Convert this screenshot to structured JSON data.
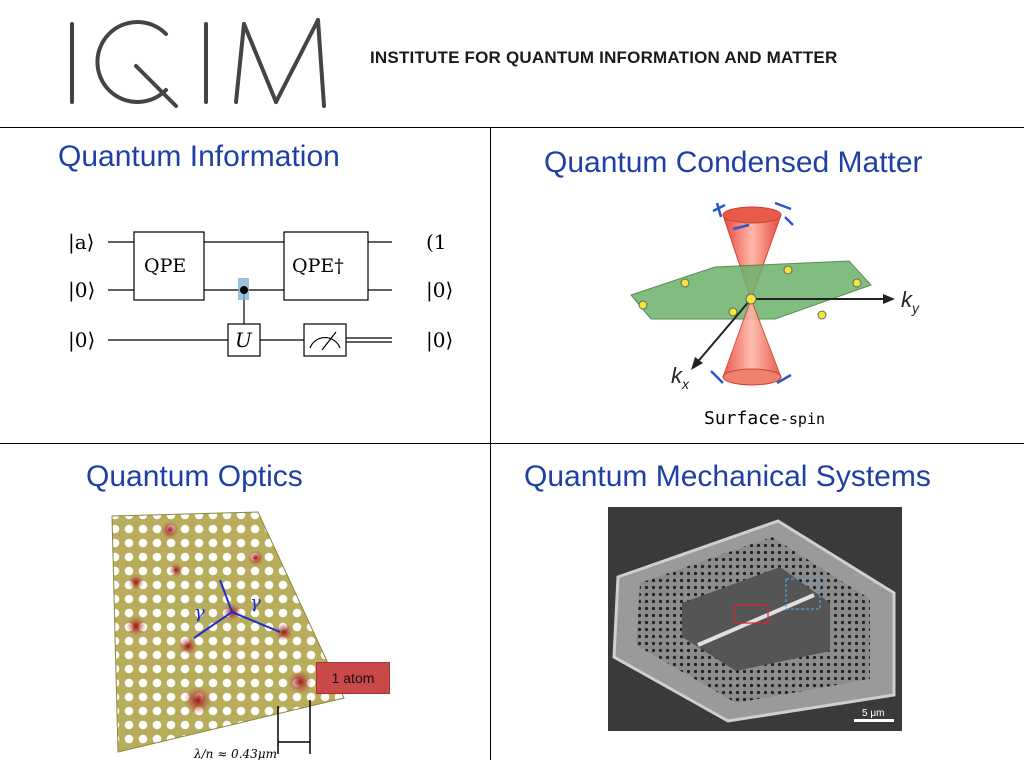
{
  "header": {
    "logo_text": "IQIM",
    "title": "INSTITUTE FOR QUANTUM INFORMATION AND MATTER"
  },
  "quadrants": {
    "qi": {
      "title": "Quantum Information",
      "circuit": {
        "inputs": [
          "|a⟩",
          "|0⟩",
          "|0⟩"
        ],
        "outputs": [
          "(1",
          "|0⟩",
          "|0⟩"
        ],
        "gate_qpe": "QPE",
        "gate_qpe_dagger": "QPE†",
        "gate_u": "U"
      }
    },
    "qcm": {
      "title": "Quantum Condensed Matter",
      "axis_ky": "k",
      "axis_ky_sub": "y",
      "axis_kx": "k",
      "axis_kx_sub": "x",
      "caption_main": "Surface",
      "caption_sub": "-spin"
    },
    "qo": {
      "title": "Quantum Optics",
      "gamma_left": "γ",
      "gamma_right": "γ",
      "atom_label": "1 atom",
      "scale_text": "λ/n ≈ 0.43μm"
    },
    "qms": {
      "title": "Quantum Mechanical Systems",
      "scale_bar": "5 μm"
    }
  }
}
